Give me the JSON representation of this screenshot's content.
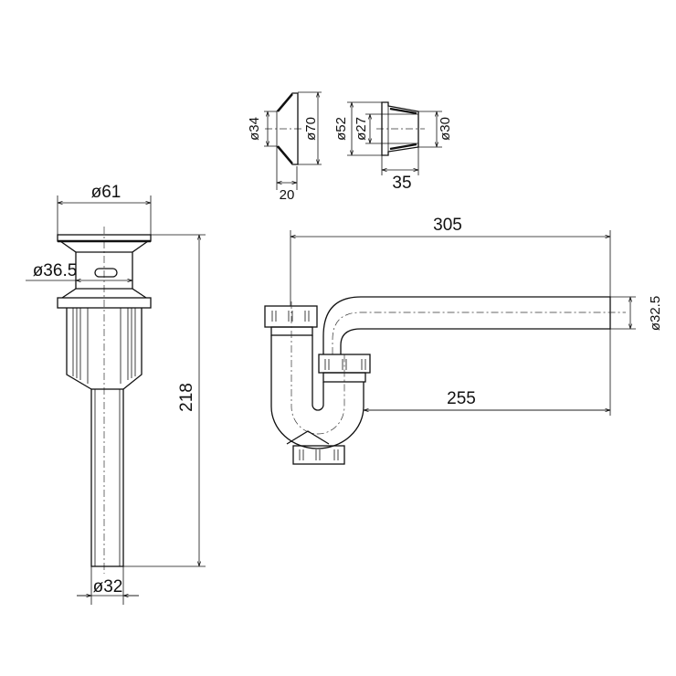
{
  "drain": {
    "top_diameter": "ø61",
    "slot_diameter": "ø36.5",
    "height": "218",
    "tail_diameter": "ø32"
  },
  "escutcheon": {
    "inner_diameter": "ø34",
    "outer_diameter": "ø70",
    "depth": "20"
  },
  "adapter": {
    "flange_diameter": "ø52",
    "bore_diameter": "ø27",
    "end_diameter": "ø30",
    "length": "35"
  },
  "trap": {
    "overall_length": "305",
    "pipe_length": "255",
    "pipe_diameter": "ø32.5"
  }
}
